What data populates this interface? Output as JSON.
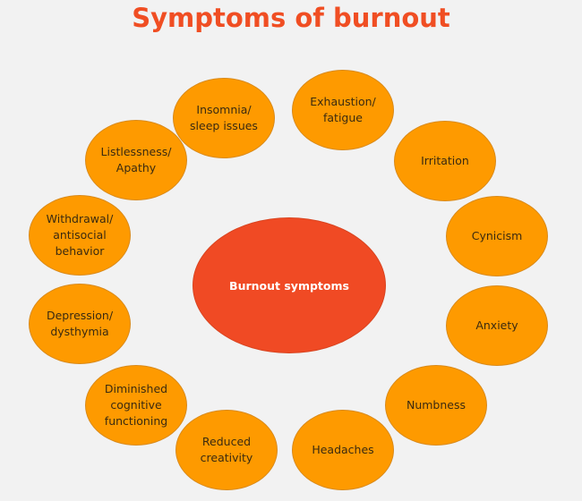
{
  "title": "Symptoms of burnout",
  "colors": {
    "background": "#f2f2f2",
    "title": "#f04e23",
    "center_node": "#f04a24",
    "symptom_node": "#fe9a00",
    "symptom_text": "#3a2a10",
    "center_text": "#ffffff"
  },
  "center": {
    "label": "Burnout symptoms"
  },
  "symptoms": [
    {
      "label": "Insomnia/\nsleep issues"
    },
    {
      "label": "Exhaustion/\nfatigue"
    },
    {
      "label": "Irritation"
    },
    {
      "label": "Cynicism"
    },
    {
      "label": "Anxiety"
    },
    {
      "label": "Numbness"
    },
    {
      "label": "Headaches"
    },
    {
      "label": "Reduced\ncreativity"
    },
    {
      "label": "Diminished\ncognitive\nfunctioning"
    },
    {
      "label": "Depression/\ndysthymia"
    },
    {
      "label": "Withdrawal/\nantisocial\nbehavior"
    },
    {
      "label": "Listlessness/\nApathy"
    }
  ]
}
